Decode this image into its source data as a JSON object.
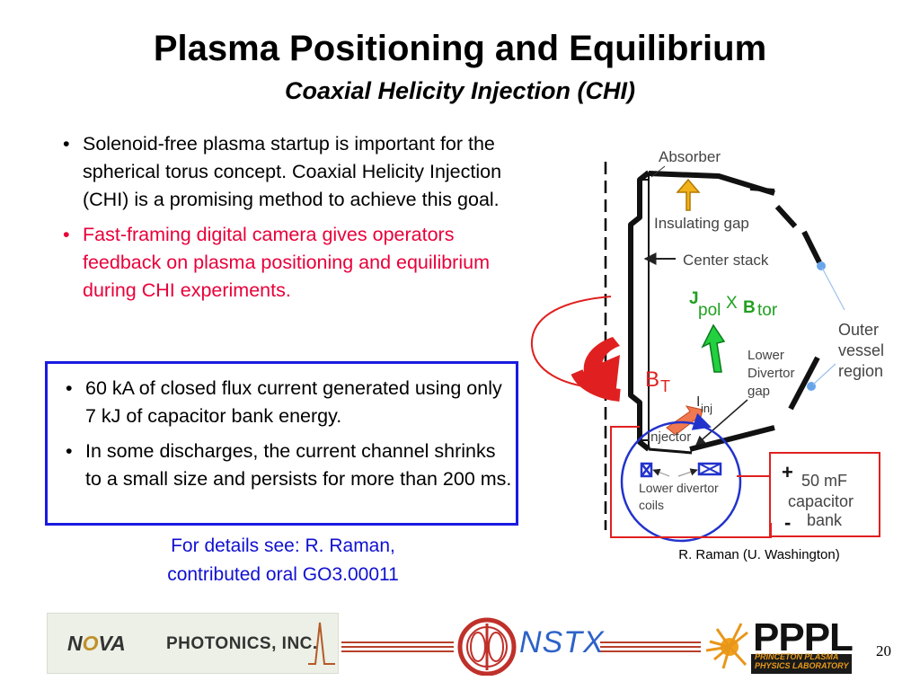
{
  "slide": {
    "title": "Plasma Positioning and Equilibrium",
    "subtitle": "Coaxial Helicity Injection (CHI)",
    "page_number": "20"
  },
  "bullets_top": [
    "Solenoid-free plasma startup is important for the spherical torus concept.  Coaxial Helicity Injection (CHI) is a promising method to achieve this goal.",
    "Fast-framing digital camera gives operators feedback on plasma positioning and equilibrium during CHI experiments."
  ],
  "bullets_box": [
    "60 kA of closed flux current generated using only 7 kJ of capacitor bank energy.",
    "In some discharges, the current channel shrinks to a small size and persists for more than 200 ms."
  ],
  "details": {
    "line1": "For details see: R. Raman,",
    "line2": "contributed oral GO3.00011"
  },
  "diagram": {
    "absorber": "Absorber",
    "insulating_gap": "Insulating gap",
    "center_stack": "Center stack",
    "j": "J",
    "pol": "pol",
    "x": "X",
    "b": "B",
    "tor": "tor",
    "outer_vessel_1": "Outer",
    "outer_vessel_2": "vessel",
    "outer_vessel_3": "region",
    "lower_divertor_gap_1": "Lower",
    "lower_divertor_gap_2": "Divertor",
    "lower_divertor_gap_3": "gap",
    "bt_b": "B",
    "bt_t": "T",
    "iinj_i": "I",
    "iinj_sub": "inj",
    "injector": "Injector",
    "lower_divertor_coils_1": "Lower divertor",
    "lower_divertor_coils_2": "coils",
    "plus": "+",
    "minus": "-",
    "cap_1": "50 mF",
    "cap_2": "capacitor",
    "cap_3": "bank",
    "credit": "R. Raman (U. Washington)"
  },
  "logos": {
    "nova_n": "N",
    "nova_o": "O",
    "nova_va": "VA",
    "nova_photonics": "PHOTONICS, INC.",
    "nstx": "NSTX",
    "pppl": "PPPL",
    "pppl_sub_1": "PRINCETON PLASMA",
    "pppl_sub_2": "PHYSICS LABORATORY"
  },
  "colors": {
    "title": "#000000",
    "red_text": "#e8003a",
    "box_border": "#1a1ae0",
    "details_text": "#1010d0",
    "arrow_orange": "#f2b21c",
    "arrow_green": "#22d040",
    "circuit_red": "#e02020"
  }
}
